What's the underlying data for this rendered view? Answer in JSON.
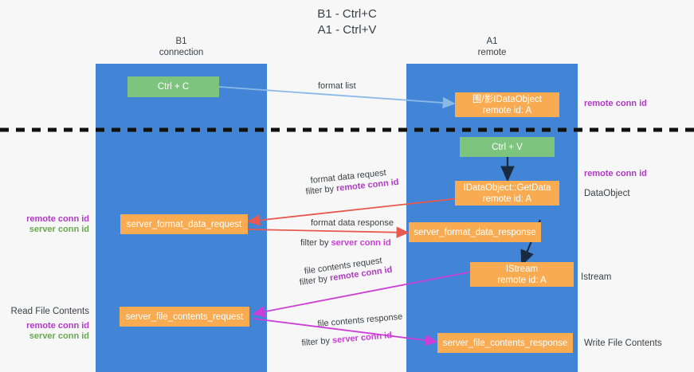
{
  "title": {
    "line1": "B1 - Ctrl+C",
    "line2": "A1 - Ctrl+V"
  },
  "columns": [
    {
      "name": "B1",
      "sub": "connection"
    },
    {
      "name": "A1",
      "sub": "remote"
    }
  ],
  "nodes": {
    "ctrl_c": "Ctrl + C",
    "idataobject_line1": "围/影IDataObject",
    "idataobject_line2": "remote id: A",
    "ctrl_v": "Ctrl + V",
    "getdata_line1": "IDataObject::GetData",
    "getdata_line2": "remote id: A",
    "server_format_data_request": "server_format_data_request",
    "server_format_data_response": "server_format_data_response",
    "istream_line1": "IStream",
    "istream_line2": "remote id: A",
    "server_file_contents_request": "server_file_contents_request",
    "server_file_contents_response": "server_file_contents_response"
  },
  "side_labels": {
    "dataobject": "DataObject",
    "istream": "Istream",
    "write_file_contents": "Write File Contents",
    "read_file_contents": "Read File Contents"
  },
  "tags": {
    "remote_conn_id": "remote conn id",
    "server_conn_id": "server conn id"
  },
  "edges": {
    "format_list": "format list",
    "format_data_request": "format data request",
    "format_data_request_filter_prefix": "filter by ",
    "format_data_request_filter_value": "remote conn id",
    "format_data_response": "format data response",
    "format_data_response_filter_prefix": "filter by ",
    "format_data_response_filter_value": "server conn id",
    "file_contents_request": "file contents request",
    "file_contents_request_filter_prefix": "filter by ",
    "file_contents_request_filter_value": "remote conn id",
    "file_contents_response": "file contents response",
    "file_contents_response_filter_prefix": "filter by ",
    "file_contents_response_filter_value": "server conn id"
  },
  "colors": {
    "lane": "#4285d6",
    "node_orange": "#f9ab51",
    "node_green": "#7dc47f",
    "arrow_blue": "#8ab9e8",
    "arrow_red": "#e8594f",
    "arrow_magenta": "#cb3fd6",
    "arrow_dark": "#1a2a40",
    "divider": "#111111",
    "tag_purple": "#b03ac4",
    "tag_green": "#6aa84f"
  }
}
